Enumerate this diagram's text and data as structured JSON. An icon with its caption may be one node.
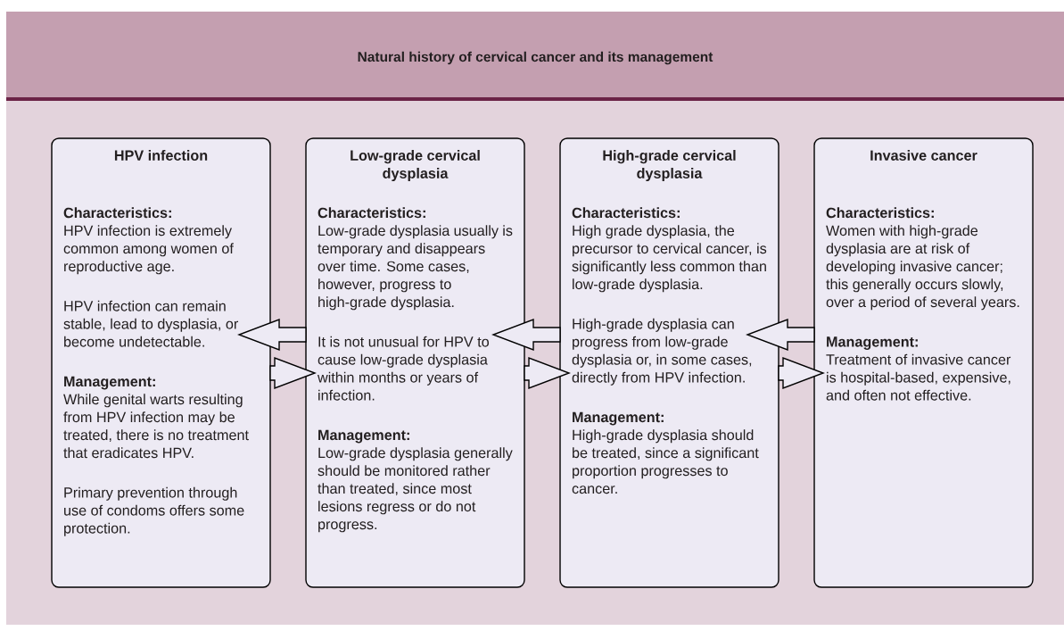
{
  "diagram": {
    "title": "Natural history of cervical cancer and its management",
    "nodes": [
      {
        "text": [
          "HPV infection",
          "Characteristics:",
          "HPV infection is extremely common among women of reproductive age.",
          "HPV infection can remain stable, lead to dysplasia, or become undetectable.",
          "Management:",
          "While genital warts resulting from HPV infection may be treated, there is no treatment that eradicates HPV.",
          "Primary prevention through use of condoms offers some protection."
        ]
      },
      {
        "text": [
          "Low-grade cervical dysplasia",
          "Characteristics:",
          "Low-grade dysplasia usually is temporary and disappears over time. Some cases, however, progress to high-grade dysplasia.",
          "It is not unusual for HPV to cause low-grade dysplasia within months or years of infection.",
          "Management:",
          "Low-grade dysplasia generally should be monitored rather than treated, since most lesions regress or do not progress."
        ]
      },
      {
        "text": [
          "High-grade cervical dysplasia",
          "Characteristics:",
          "High grade dysplasia, the precursor to cervical cancer, is significantly less common than low-grade dysplasia.",
          "High-grade dysplasia can progress from low-grade dysplasia or, in some cases, directly from HPV infection.",
          "Management:",
          "High-grade dysplasia should be treated, since a significant proportion progresses to cancer."
        ]
      },
      {
        "text": [
          "Invasive cancer",
          "Characteristics:",
          "Women with high-grade dysplasia are at risk of developing invasive cancer; this generally occurs slowly, over a period of several years.",
          "Management:",
          "Treatment of invasive cancer is hospital-based, expensive, and often not effective."
        ]
      }
    ],
    "edges": [
      {
        "from": 1,
        "to": 0,
        "arrow": "to"
      },
      {
        "from": 0,
        "to": 1,
        "arrow": "to"
      },
      {
        "from": 2,
        "to": 1,
        "arrow": "to"
      },
      {
        "from": 1,
        "to": 2,
        "arrow": "to"
      },
      {
        "from": 3,
        "to": 2,
        "arrow": "to"
      },
      {
        "from": 2,
        "to": 3,
        "arrow": "to"
      }
    ]
  }
}
